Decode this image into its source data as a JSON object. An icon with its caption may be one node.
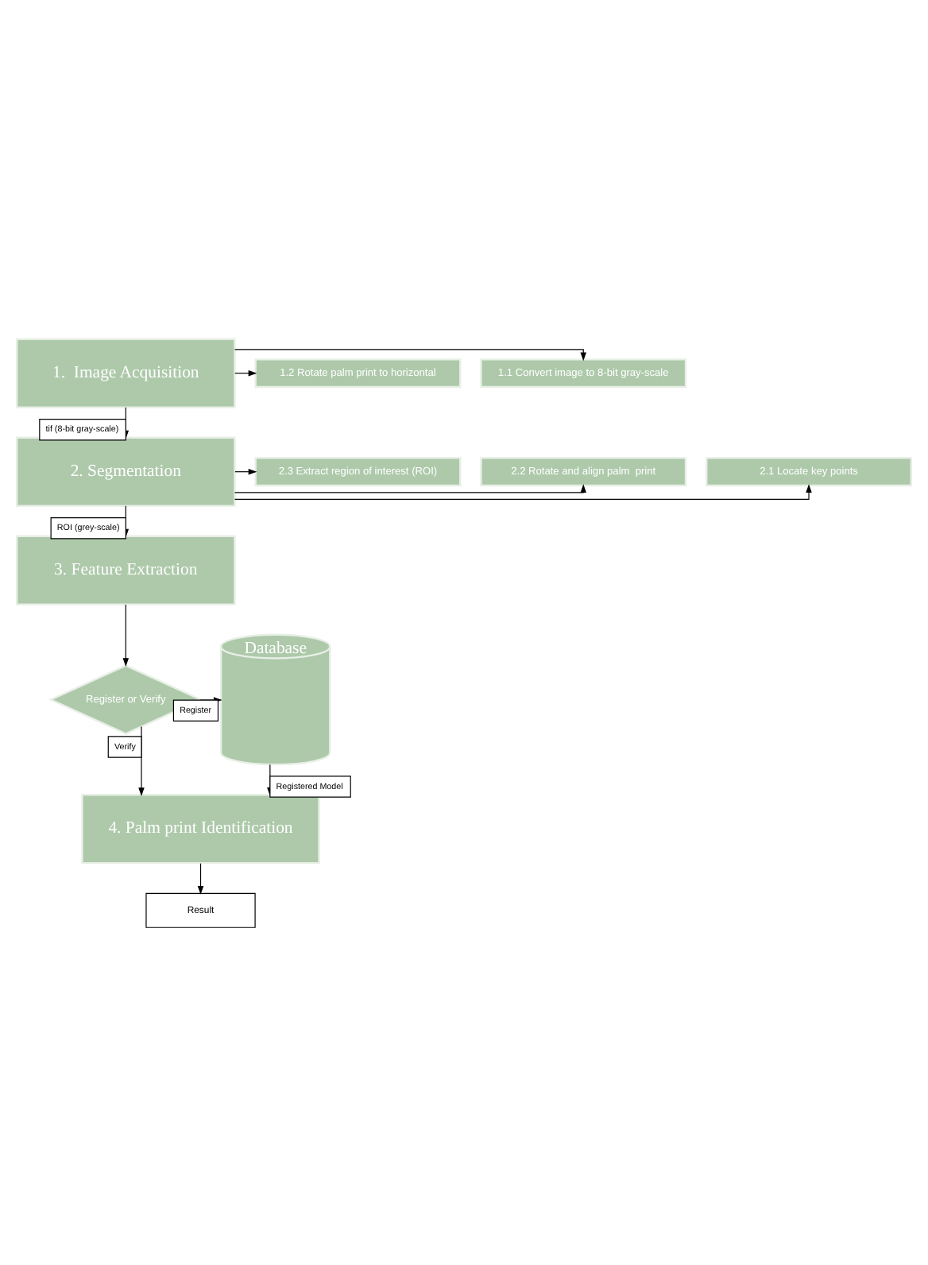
{
  "diagram": {
    "nodes": [
      {
        "text": [
          "1.  Image Acquisition"
        ]
      },
      {
        "text": [
          "1.1 Convert image to 8-bit gray-scale"
        ]
      },
      {
        "text": [
          "1.2 Rotate palm print to horizontal"
        ]
      },
      {
        "text": [
          "2. Segmentation"
        ]
      },
      {
        "text": [
          "2.1 Locate key points"
        ]
      },
      {
        "text": [
          "2.2 Rotate and align palm  print"
        ]
      },
      {
        "text": [
          "2.3 Extract region of interest (ROI)"
        ]
      },
      {
        "text": [
          "3. Feature Extraction"
        ]
      },
      {
        "text": [
          "Register or Verify"
        ]
      },
      {
        "text": [
          "Database"
        ]
      },
      {
        "text": [
          "4. Palm print Identification"
        ]
      },
      {
        "text": [
          "Result"
        ]
      }
    ],
    "edges": [
      {
        "from": 0,
        "to": 1,
        "arrow": "to"
      },
      {
        "from": 0,
        "to": 2,
        "arrow": "to"
      },
      {
        "from": 0,
        "to": 3,
        "arrow": "to",
        "label": "tif (8-bit gray-scale)"
      },
      {
        "from": 3,
        "to": 4,
        "arrow": "to"
      },
      {
        "from": 3,
        "to": 5,
        "arrow": "to"
      },
      {
        "from": 3,
        "to": 6,
        "arrow": "to"
      },
      {
        "from": 3,
        "to": 7,
        "arrow": "to",
        "label": "ROI (grey-scale)"
      },
      {
        "from": 7,
        "to": 8,
        "arrow": "to"
      },
      {
        "from": 8,
        "to": 9,
        "arrow": "to",
        "label": "Register"
      },
      {
        "from": 8,
        "to": 10,
        "arrow": "to",
        "label": "Verify"
      },
      {
        "from": 9,
        "to": 10,
        "arrow": "to",
        "label": "Registered Model"
      },
      {
        "from": 10,
        "to": 11,
        "arrow": "to"
      }
    ]
  }
}
